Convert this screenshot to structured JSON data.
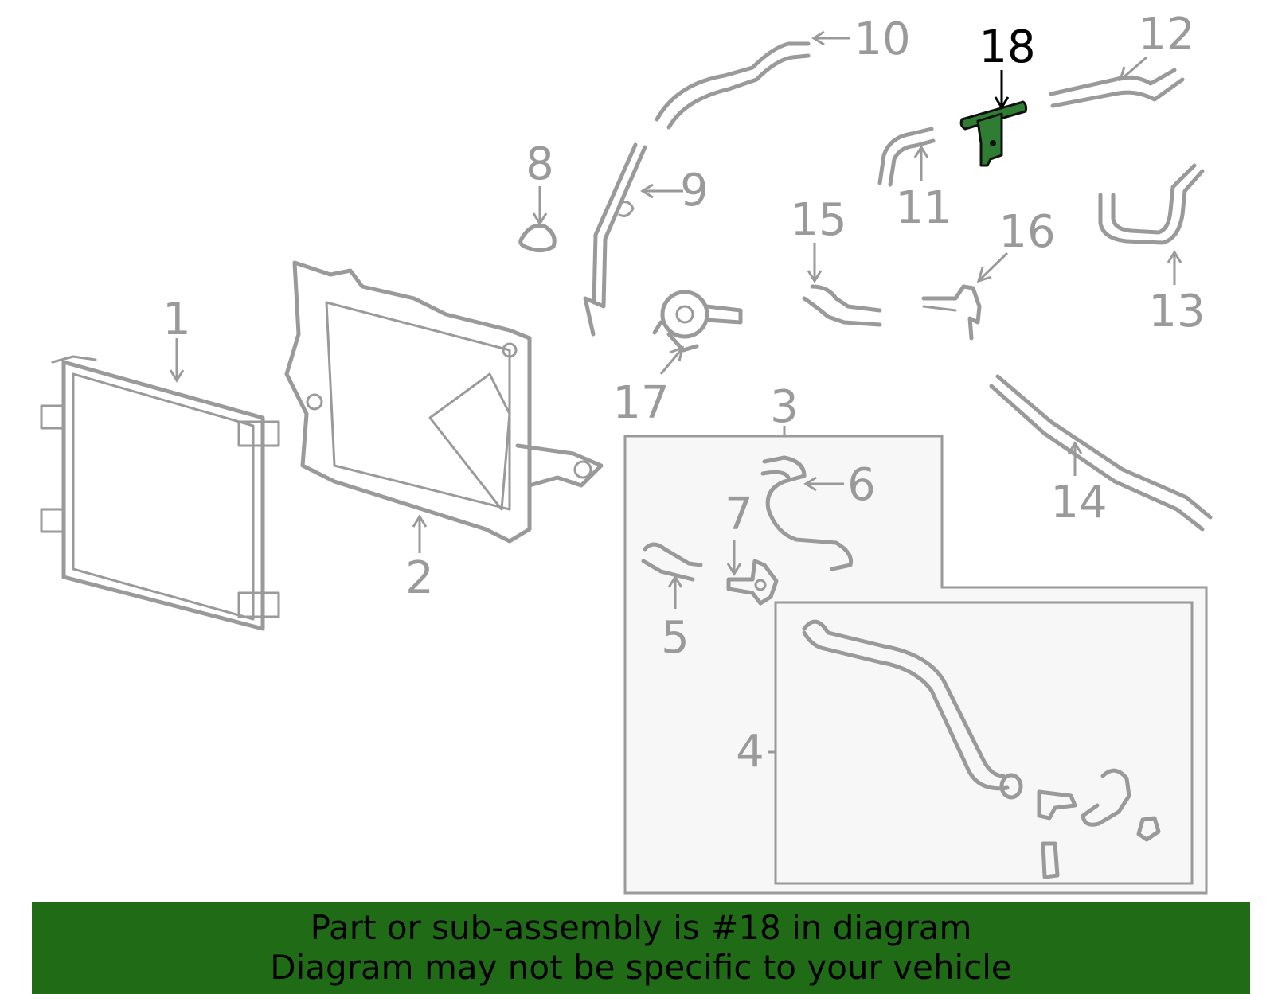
{
  "callouts": [
    "1",
    "2",
    "3",
    "4",
    "5",
    "6",
    "7",
    "8",
    "9",
    "10",
    "11",
    "12",
    "13",
    "14",
    "15",
    "16",
    "17",
    "18"
  ],
  "highlighted_part": "18",
  "colors": {
    "part_stroke": "#9a9a9a",
    "highlight_fill": "#2e7d32",
    "banner_bg": "#1f6b16",
    "label_highlight": "#000000"
  },
  "banner": {
    "line1": "Part or sub-assembly is #18 in diagram",
    "line2": "Diagram may not be specific to your vehicle"
  }
}
